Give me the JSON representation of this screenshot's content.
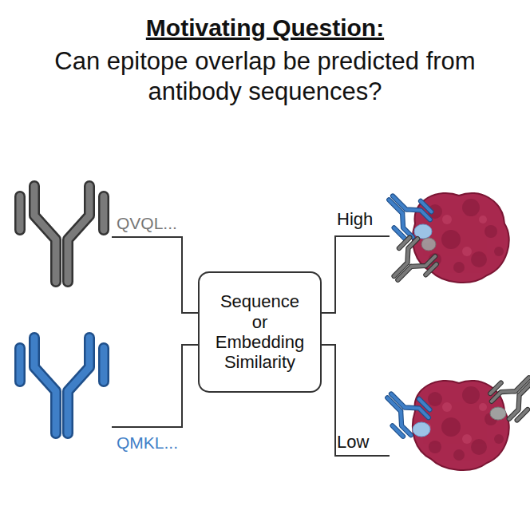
{
  "diagram": {
    "title": "Motivating Question:",
    "nodes": [
      {
        "text": [
          "Sequence or Embedding Similarity"
        ]
      }
    ],
    "labels": [
      "Can epitope overlap be predicted from antibody sequences?",
      "QVQL...",
      "QMKL...",
      "High",
      "Low"
    ]
  }
}
